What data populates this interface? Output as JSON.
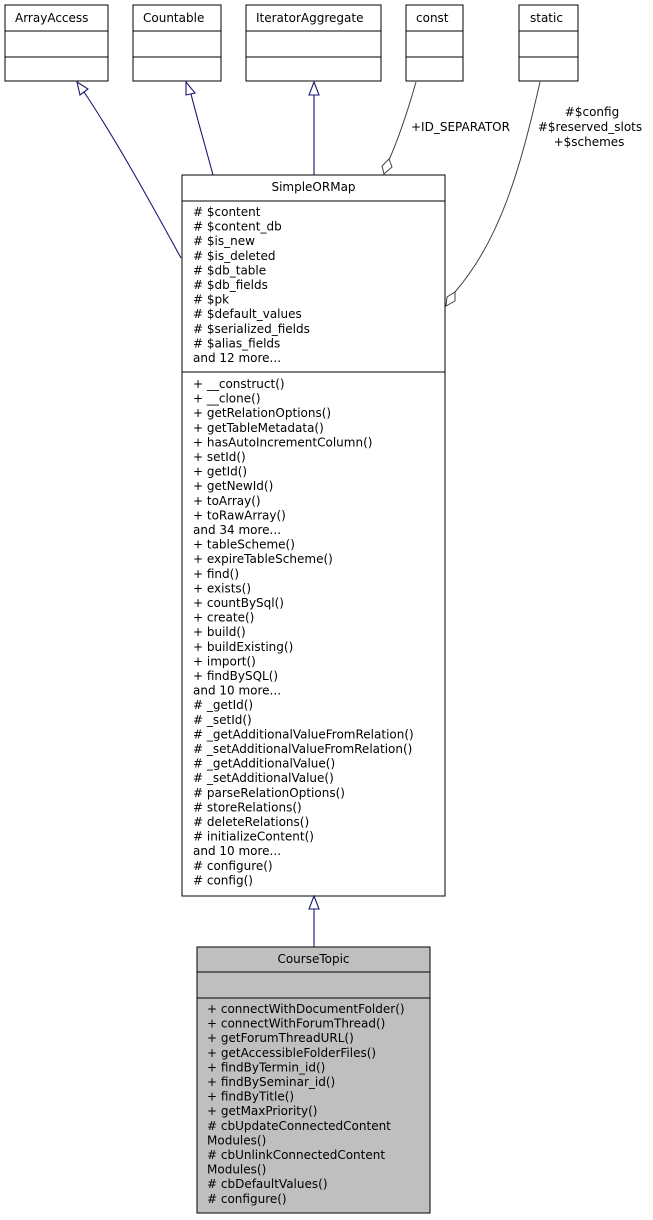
{
  "classes": {
    "array_access": {
      "name": "ArrayAccess"
    },
    "countable": {
      "name": "Countable"
    },
    "iterator_aggregate": {
      "name": "IteratorAggregate"
    },
    "const": {
      "name": "const"
    },
    "static": {
      "name": "static"
    },
    "simple_orm_map": {
      "name": "SimpleORMap",
      "attributes": [
        "# $content",
        "# $content_db",
        "# $is_new",
        "# $is_deleted",
        "# $db_table",
        "# $db_fields",
        "# $pk",
        "# $default_values",
        "# $serialized_fields",
        "# $alias_fields",
        "and 12 more..."
      ],
      "methods": [
        "+ __construct()",
        "+ __clone()",
        "+ getRelationOptions()",
        "+ getTableMetadata()",
        "+ hasAutoIncrementColumn()",
        "+ setId()",
        "+ getId()",
        "+ getNewId()",
        "+ toArray()",
        "+ toRawArray()",
        "and 34 more...",
        "+ tableScheme()",
        "+ expireTableScheme()",
        "+ find()",
        "+ exists()",
        "+ countBySql()",
        "+ create()",
        "+ build()",
        "+ buildExisting()",
        "+ import()",
        "+ findBySQL()",
        "and 10 more...",
        "# _getId()",
        "# _setId()",
        "# _getAdditionalValueFromRelation()",
        "# _setAdditionalValueFromRelation()",
        "# _getAdditionalValue()",
        "# _setAdditionalValue()",
        "# parseRelationOptions()",
        "# storeRelations()",
        "# deleteRelations()",
        "# initializeContent()",
        "and 10 more...",
        "# configure()",
        "# config()"
      ]
    },
    "course_topic": {
      "name": "CourseTopic",
      "methods": [
        "+ connectWithDocumentFolder()",
        "+ connectWithForumThread()",
        "+ getForumThreadURL()",
        "+ getAccessibleFolderFiles()",
        "+ findByTermin_id()",
        "+ findBySeminar_id()",
        "+ findByTitle()",
        "+ getMaxPriority()",
        "# cbUpdateConnectedContent",
        "Modules()",
        "# cbUnlinkConnectedContent",
        "Modules()",
        "# cbDefaultValues()",
        "# configure()"
      ]
    }
  },
  "edge_labels": {
    "const_role": "+ID_SEPARATOR",
    "static_roles": [
      "#$config",
      "#$reserved_slots",
      "+$schemes"
    ]
  }
}
